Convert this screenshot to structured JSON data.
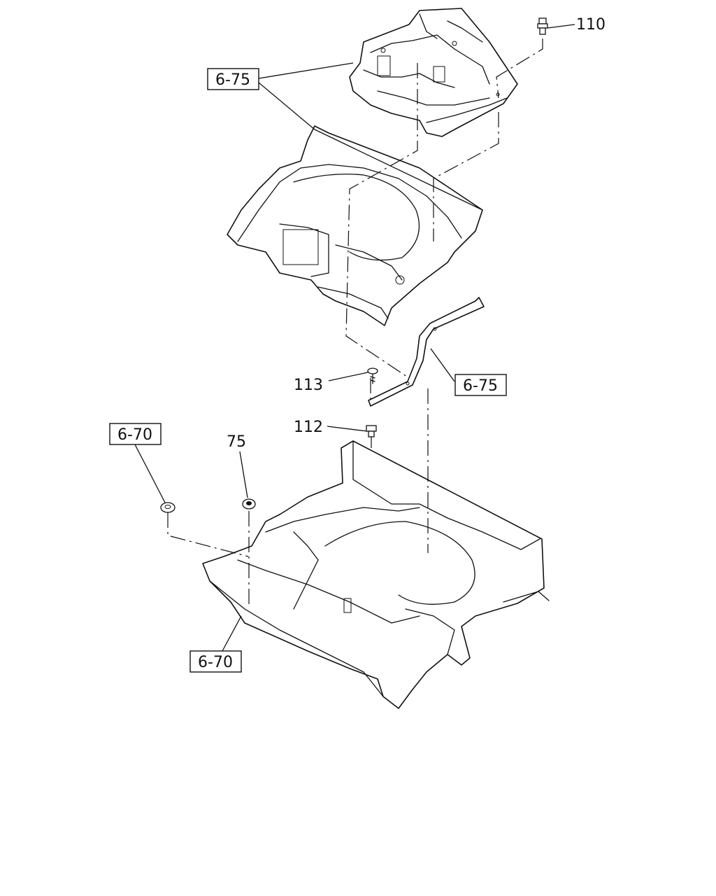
{
  "labels": {
    "ref_6_75_top": "6-75",
    "ref_6_75_bracket": "6-75",
    "ref_6_70_left": "6-70",
    "ref_6_70_bottom": "6-70",
    "part_110": "110",
    "part_113": "113",
    "part_112": "112",
    "part_75": "75"
  },
  "colors": {
    "line": "#111111",
    "background": "#ffffff"
  }
}
